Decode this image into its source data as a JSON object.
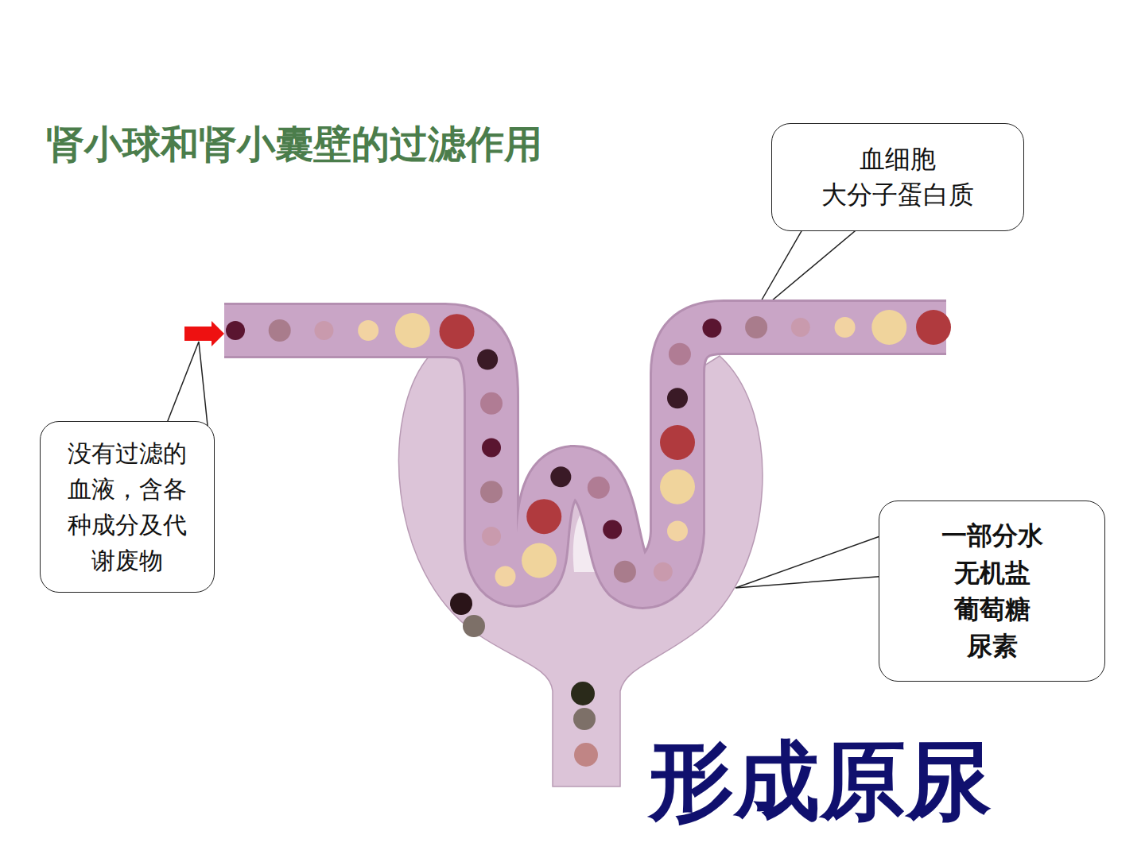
{
  "diagram": {
    "title": "肾小球和肾小囊壁的过滤作用",
    "nodes": [
      {
        "text": [
          "血细胞 大分子蛋白质"
        ]
      },
      {
        "text": [
          "没有过滤的血液，含各种成分及代谢废物"
        ]
      },
      {
        "text": [
          "一部分水 无机盐 葡萄糖 尿素"
        ]
      }
    ],
    "labels": [
      "形成原尿"
    ]
  }
}
